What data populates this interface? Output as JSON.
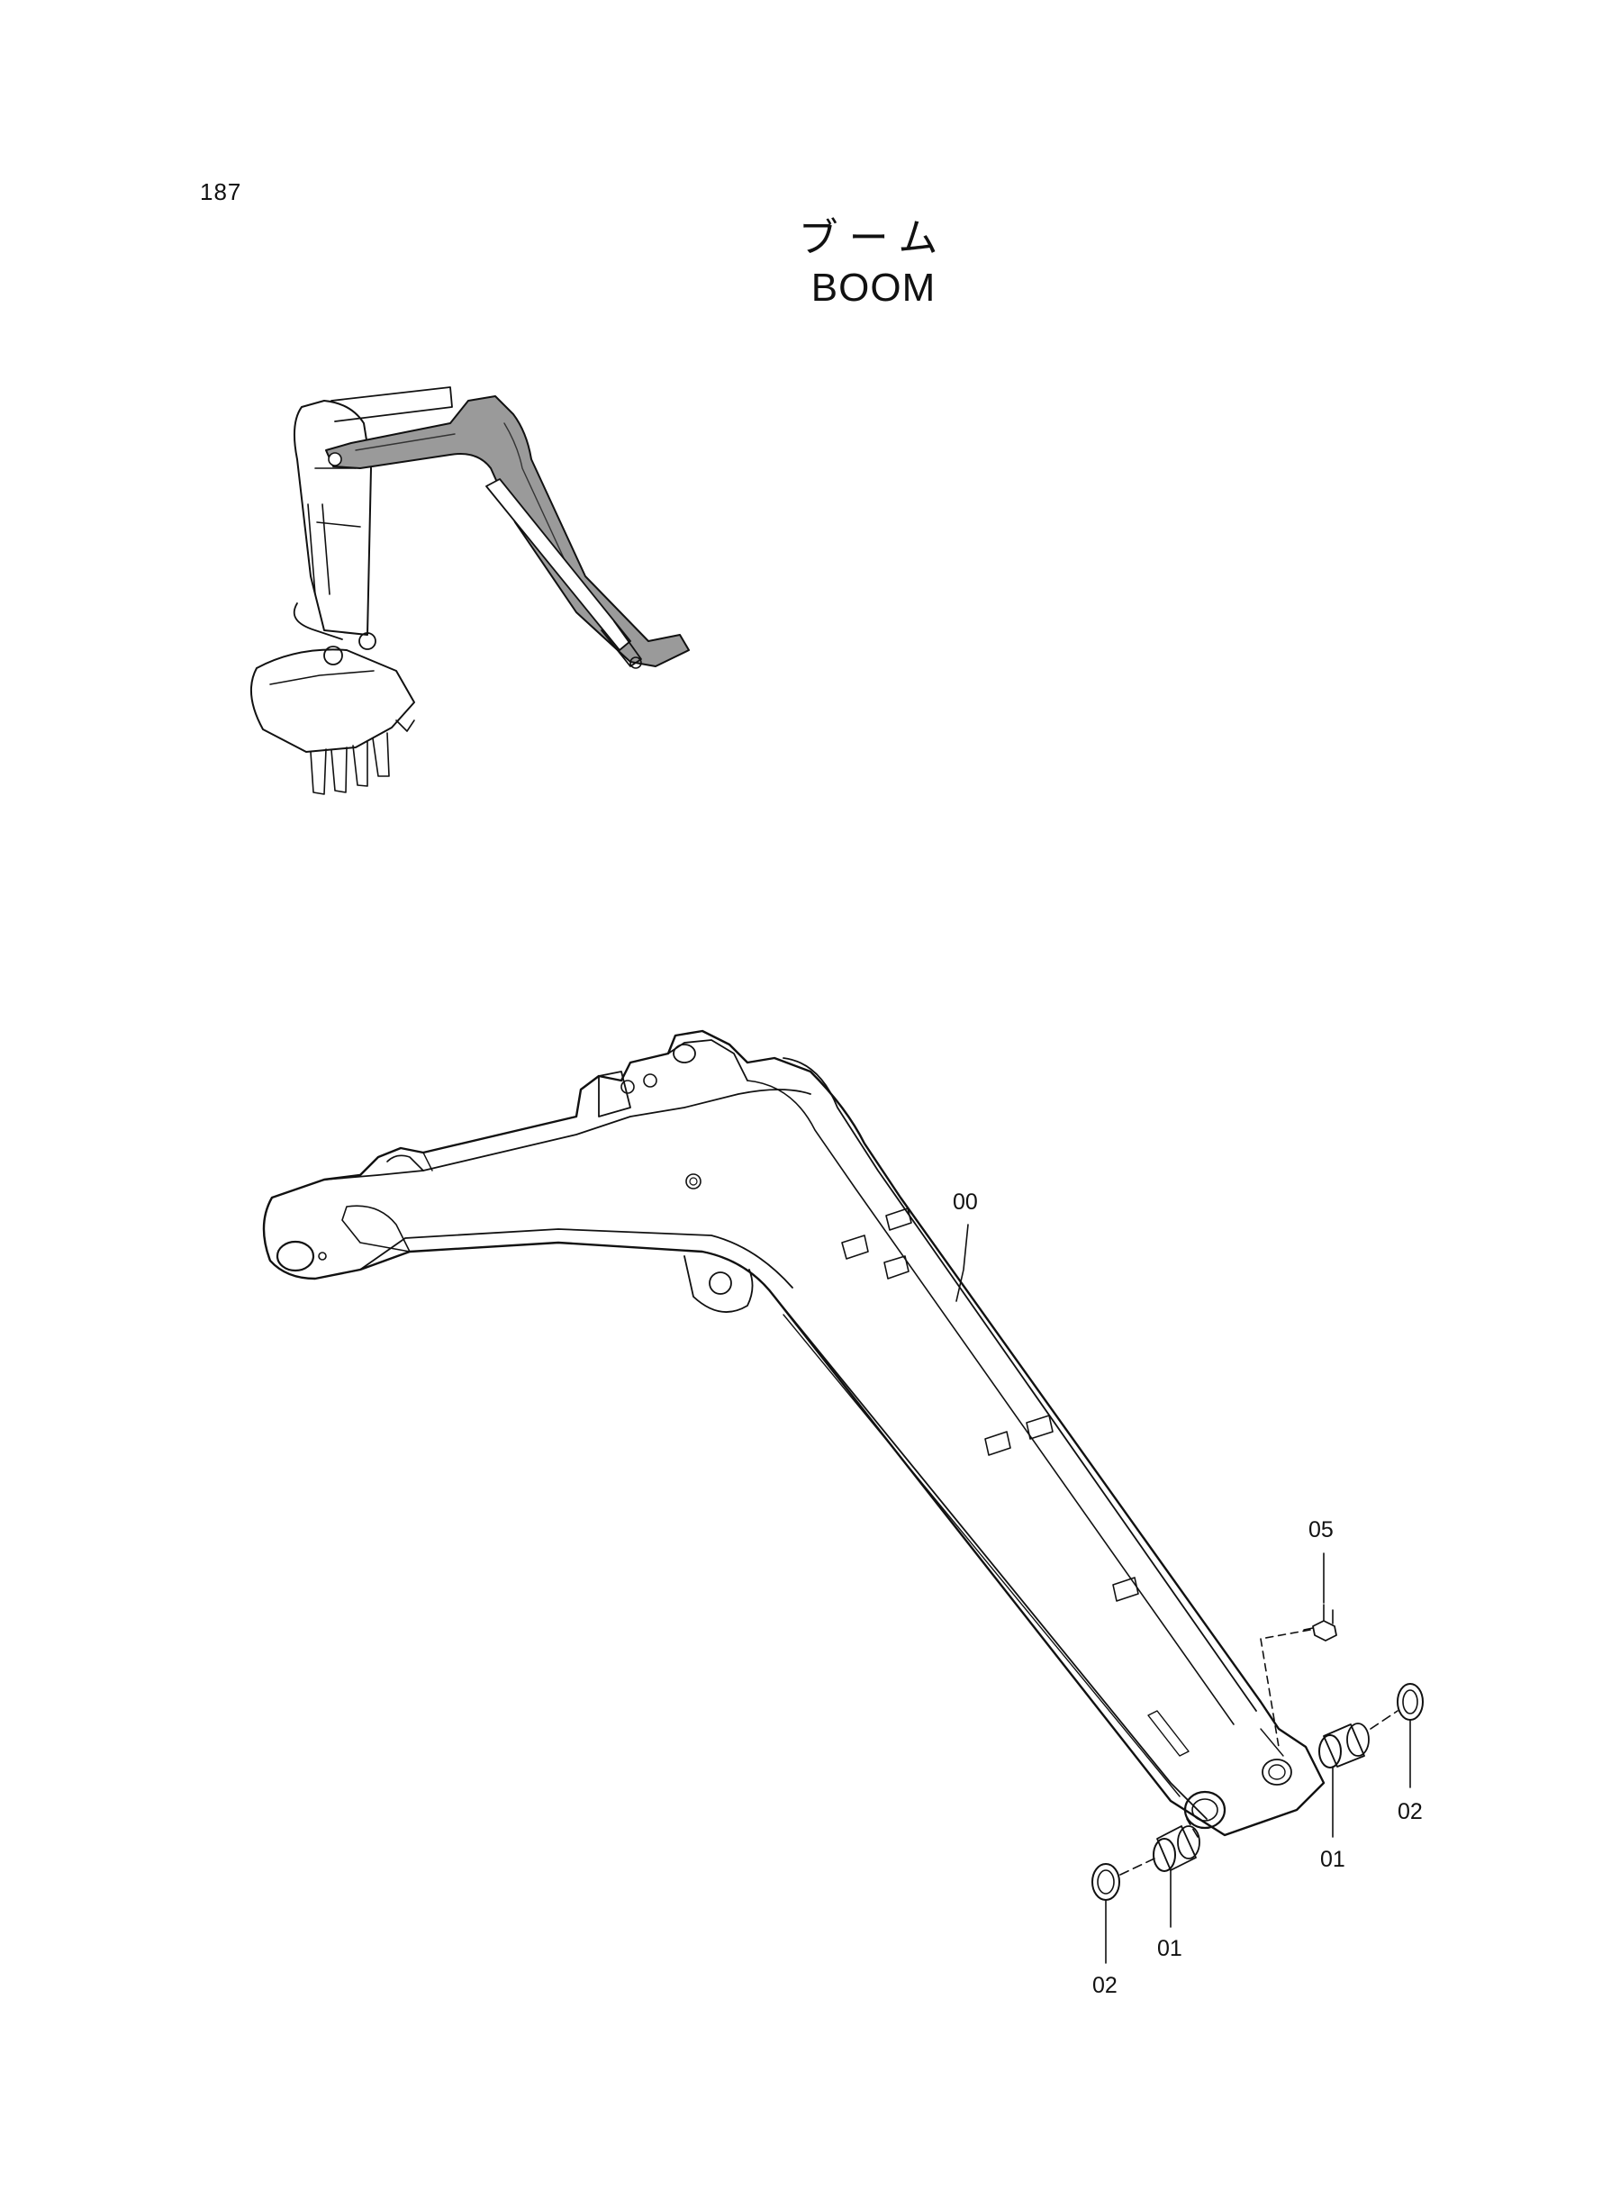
{
  "page_number": "187",
  "title_jp": "ブーム",
  "title_en": "BOOM",
  "callouts": [
    {
      "id": "c00",
      "label": "00"
    },
    {
      "id": "c05",
      "label": "05"
    },
    {
      "id": "c02-right",
      "label": "02"
    },
    {
      "id": "c01-right",
      "label": "01"
    },
    {
      "id": "c01-left",
      "label": "01"
    },
    {
      "id": "c02-left",
      "label": "02"
    }
  ],
  "colors": {
    "line": "#111111",
    "highlight_fill": "#9a9a9a",
    "background": "#ffffff"
  }
}
